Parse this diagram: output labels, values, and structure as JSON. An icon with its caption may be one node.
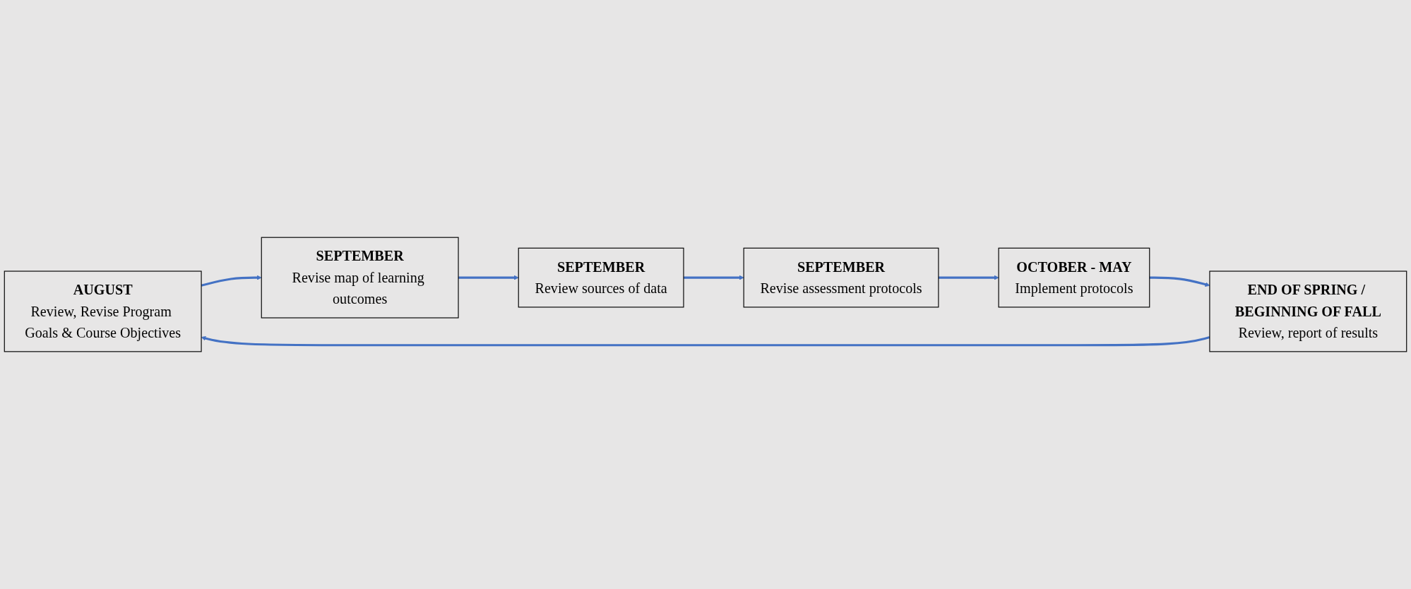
{
  "diagram": {
    "nodes": [
      {
        "text": [
          "AUGUST",
          "Review, Revise Program Goals & Course Objectives"
        ]
      },
      {
        "text": [
          "SEPTEMBER",
          "Revise map of learning outcomes"
        ]
      },
      {
        "text": [
          "SEPTEMBER",
          "Review sources of data"
        ]
      },
      {
        "text": [
          "SEPTEMBER",
          "Revise assessment protocols"
        ]
      },
      {
        "text": [
          "OCTOBER - MAY",
          "Implement protocols"
        ]
      },
      {
        "text": [
          "END OF SPRING / BEGINNING OF FALL",
          "Review, report of results"
        ]
      }
    ],
    "edges": [
      {
        "from": 0,
        "to": 1,
        "arrow": "to"
      },
      {
        "from": 1,
        "to": 2,
        "arrow": "to"
      },
      {
        "from": 2,
        "to": 3,
        "arrow": "to"
      },
      {
        "from": 3,
        "to": 4,
        "arrow": "to"
      },
      {
        "from": 4,
        "to": 5,
        "arrow": "to"
      },
      {
        "from": 5,
        "to": 0,
        "arrow": "to"
      }
    ]
  }
}
